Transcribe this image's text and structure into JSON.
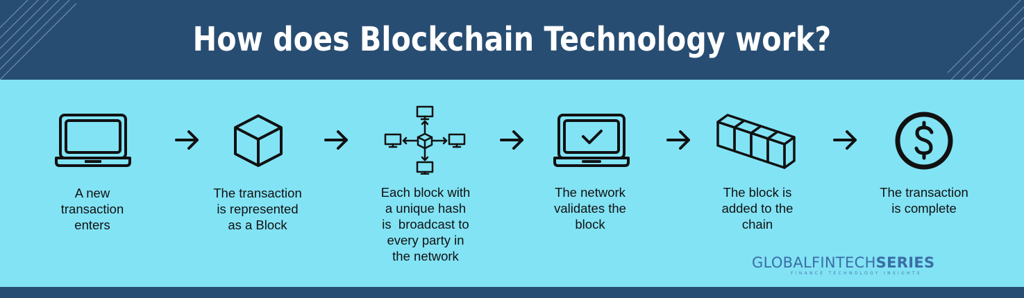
{
  "header": {
    "title": "How does Blockchain Technology work?"
  },
  "steps": [
    {
      "icon": "laptop-icon",
      "lines": [
        "A new",
        "transaction",
        "enters"
      ]
    },
    {
      "icon": "cube-icon",
      "lines": [
        "The transaction",
        "is represented",
        "as a Block"
      ]
    },
    {
      "icon": "network-broadcast-icon",
      "lines": [
        "Each block with",
        "a unique hash",
        "is  broadcast to",
        "every party in",
        "the network"
      ]
    },
    {
      "icon": "laptop-check-icon",
      "lines": [
        "The network",
        "validates the",
        "block"
      ]
    },
    {
      "icon": "chain-blocks-icon",
      "lines": [
        "The block is",
        "added to the",
        "chain"
      ]
    },
    {
      "icon": "dollar-coin-icon",
      "lines": [
        "The transaction",
        "is complete"
      ]
    }
  ],
  "brand": {
    "part1": "GLOBALFINTECH",
    "part2": "SERIES",
    "tagline": "FINANCE TECHNOLOGY INSIGHTS"
  },
  "colors": {
    "header_bg": "#284d72",
    "body_bg": "#82e3f5",
    "icon_stroke": "#111111",
    "brand": "#3a6ea5"
  }
}
